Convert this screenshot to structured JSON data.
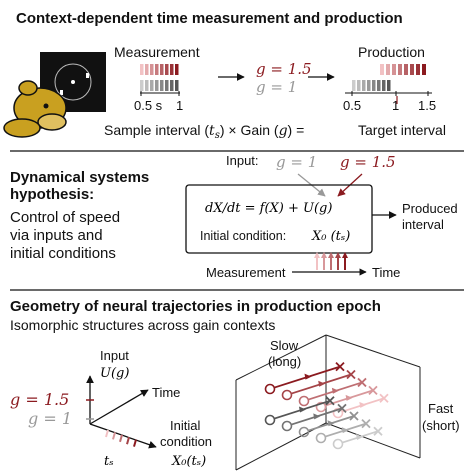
{
  "section1": {
    "title": "Context-dependent time measurement and production",
    "measurement_label": "Measurement",
    "production_label": "Production",
    "gain_high": "g = 1.5",
    "gain_low": "g = 1",
    "meas_ticks": [
      "0.5 s",
      "1"
    ],
    "prod_ticks": [
      "0.5",
      "1",
      "1.5"
    ],
    "eq_part1": "Sample interval (",
    "eq_ts": "t",
    "eq_ts_sub": "s",
    "eq_part2": ") × Gain (",
    "eq_g": "g",
    "eq_part3": ") =",
    "eq_target": "Target interval",
    "colors": {
      "red_dark": "#8b1a1f",
      "red_light": "#f2c2c4",
      "gray_dark": "#555555",
      "gray_light": "#cccccc"
    }
  },
  "section2": {
    "title_line1": "Dynamical systems",
    "title_line2": "hypothesis:",
    "desc_line1": "Control of speed",
    "desc_line2": "via inputs and",
    "desc_line3": "initial conditions",
    "input_label": "Input:",
    "input_g1": "g = 1",
    "input_g15": "g = 1.5",
    "equation": "dX/dt = f(X) + U(g)",
    "initial_condition": "Initial condition:",
    "x0": "X₀ (tₛ)",
    "produced_line1": "Produced",
    "produced_line2": "interval",
    "measurement": "Measurement",
    "time": "Time"
  },
  "section3": {
    "title": "Geometry of neural trajectories in production epoch",
    "subtitle": "Isomorphic structures across gain contexts",
    "input_label": "Input",
    "input_sym": "U(g)",
    "time": "Time",
    "initial_line1": "Initial",
    "initial_line2": "condition",
    "x0": "X₀(tₛ)",
    "ts": "tₛ",
    "g15": "g = 1.5",
    "g1": "g = 1",
    "slow_line1": "Slow",
    "slow_line2": "(long)",
    "fast_line1": "Fast",
    "fast_line2": "(short)"
  }
}
